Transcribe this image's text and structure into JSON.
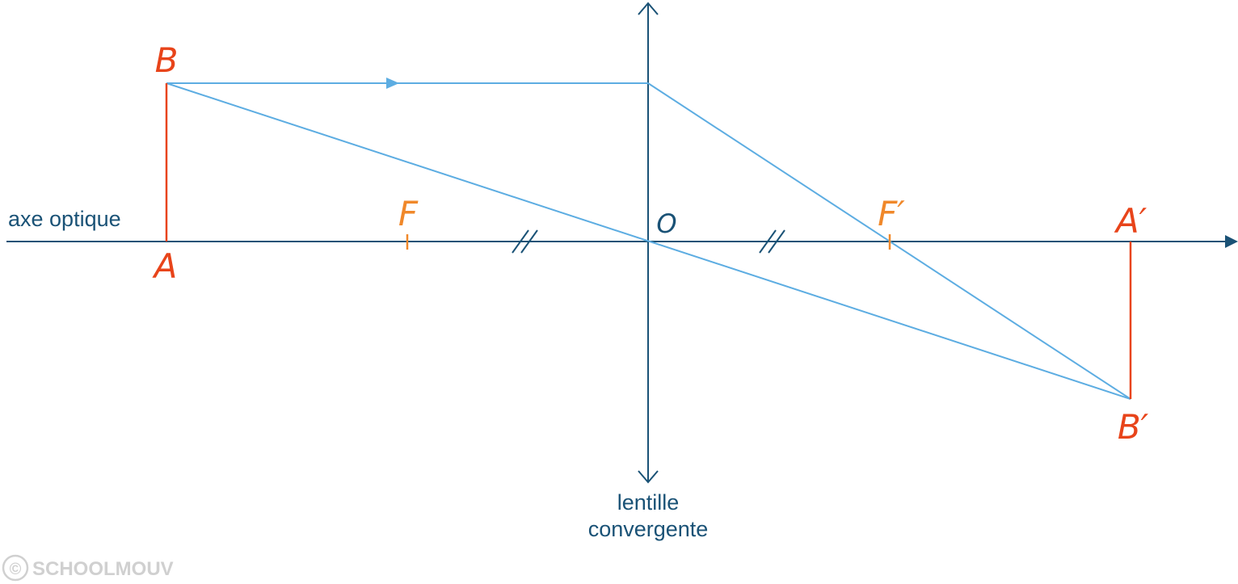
{
  "colors": {
    "axis": "#1a5276",
    "ray": "#5dade2",
    "object": "#e8441a",
    "focal": "#f0882a",
    "watermark": "#d0d0d0"
  },
  "labels": {
    "axis": "axe optique",
    "lens_line1": "lentille",
    "lens_line2": "convergente",
    "object_top": "B",
    "object_base": "A",
    "image_top": "B′",
    "image_base": "A′",
    "focus_object": "F",
    "focus_image": "F′",
    "center": "O"
  },
  "watermark": {
    "symbol": "©",
    "text": "SCHOOLMOUV"
  }
}
